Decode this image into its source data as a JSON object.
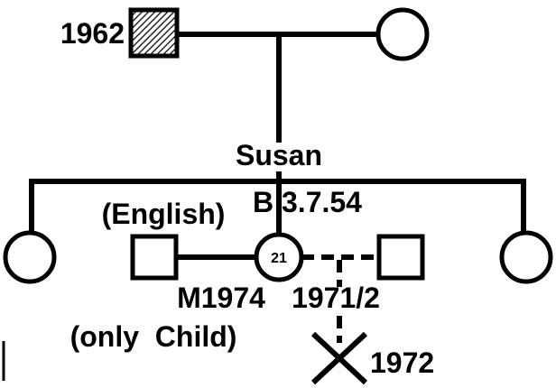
{
  "pedigree": {
    "grandfather": {
      "label": "1962",
      "hatched": true
    },
    "susan": {
      "name": "Susan",
      "birth": "B 3.7.54",
      "age": "21"
    },
    "husband": {
      "nationality": "(English)",
      "marriage": "M1974",
      "note": "(only  Child)"
    },
    "partner_line": {
      "label": "1971/2"
    },
    "miscarriage": {
      "label": "1972"
    }
  },
  "colors": {
    "ink": "#000000",
    "paper": "#ffffff"
  }
}
